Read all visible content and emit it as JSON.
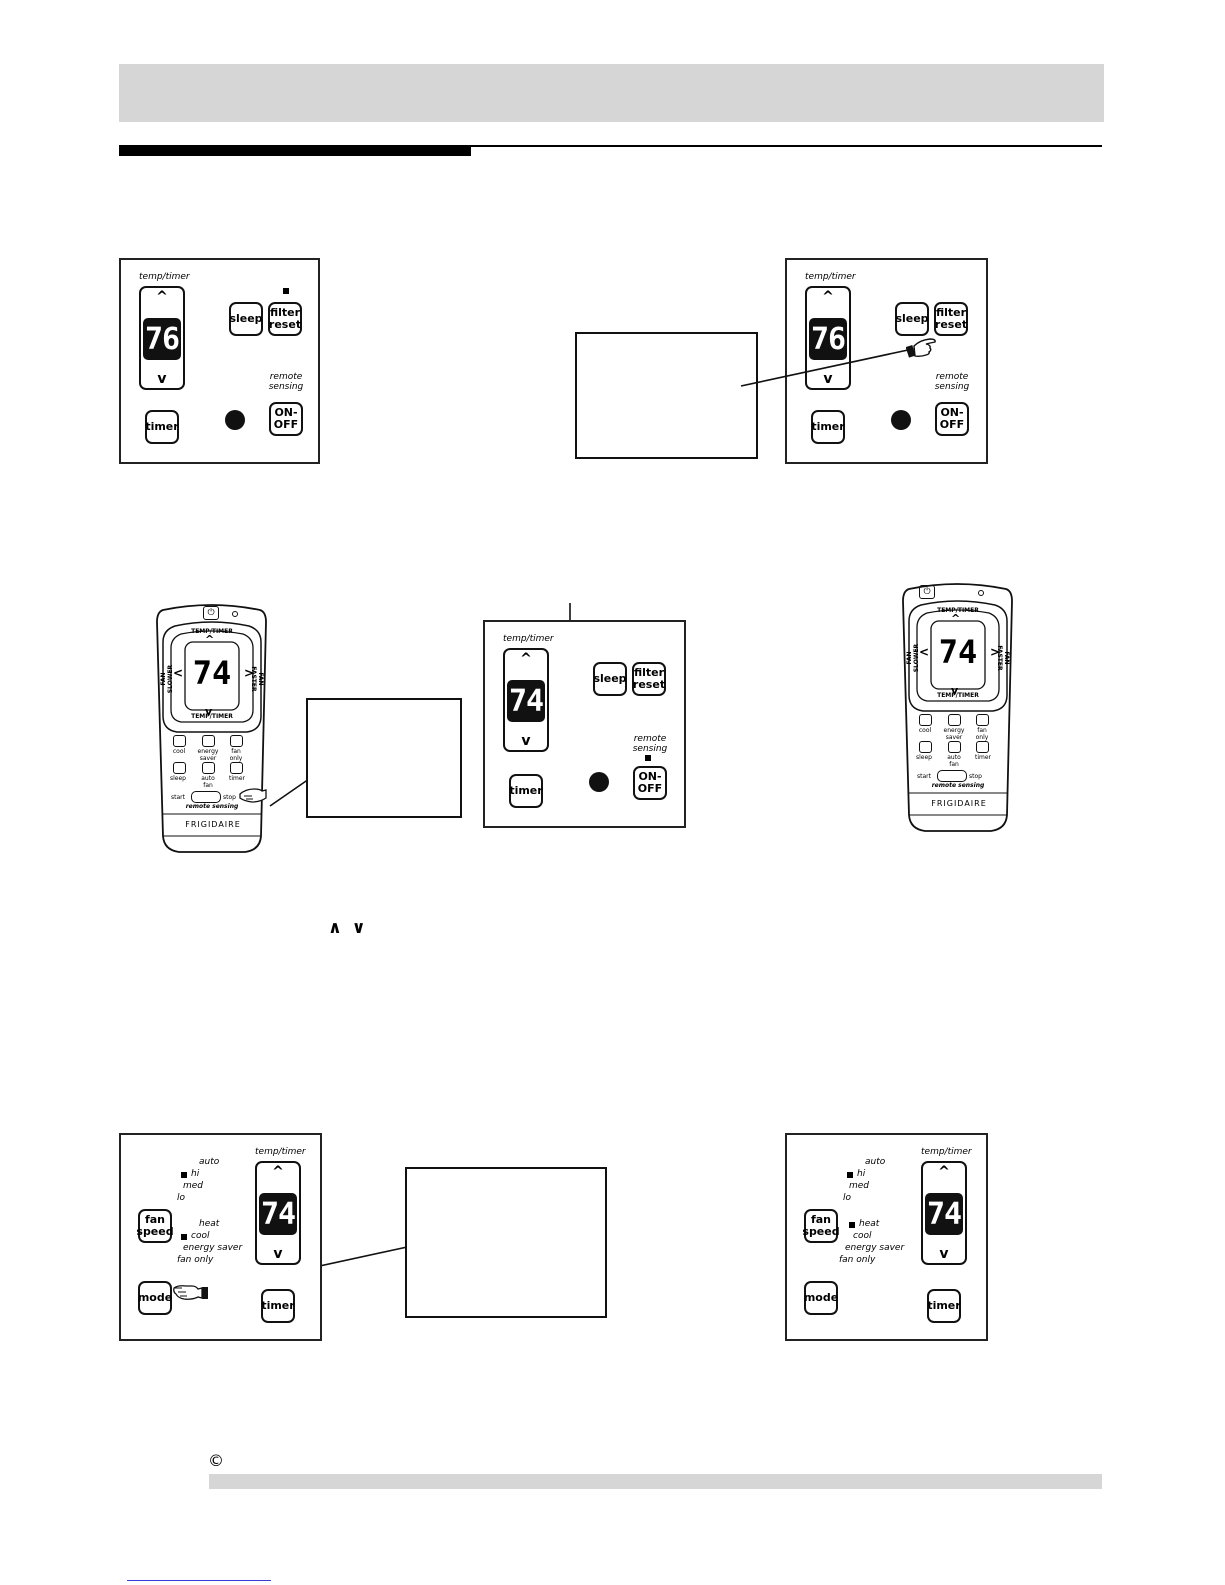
{
  "panel": {
    "temp_timer_label": "temp/timer",
    "up_arrow": "^",
    "down_arrow": "v",
    "sleep_label": "sleep",
    "filter_label": "filter",
    "reset_label": "reset",
    "timer_label": "timer",
    "on_label": "ON-",
    "off_label": "OFF",
    "remote_label": "remote",
    "sensing_label": "sensing",
    "display_76": "76",
    "display_74": "74"
  },
  "mode_panel": {
    "auto": "auto",
    "hi": "hi",
    "med": "med",
    "lo": "lo",
    "heat": "heat",
    "cool": "cool",
    "energy_saver": "energy saver",
    "fan_only": "fan only",
    "fan_label": "fan",
    "speed_label": "speed",
    "mode_label": "mode"
  },
  "remote": {
    "power_symbol": "⏻",
    "temp_timer": "TEMP/TIMER",
    "fan_slower": "FAN SLOWER",
    "fan_faster": "FAN FASTER",
    "left": "<",
    "right": ">",
    "display": "74",
    "cool": "cool",
    "energy_saver": "energy saver",
    "fan_only": "fan only",
    "sleep": "sleep",
    "auto_fan": "auto fan",
    "timer": "timer",
    "start": "start",
    "stop": "stop",
    "remote_sensing": "remote sensing",
    "brand": "FRIGIDAIRE"
  },
  "page": {
    "mid_arrows": "∧ ∨",
    "copyright_symbol": "©"
  }
}
